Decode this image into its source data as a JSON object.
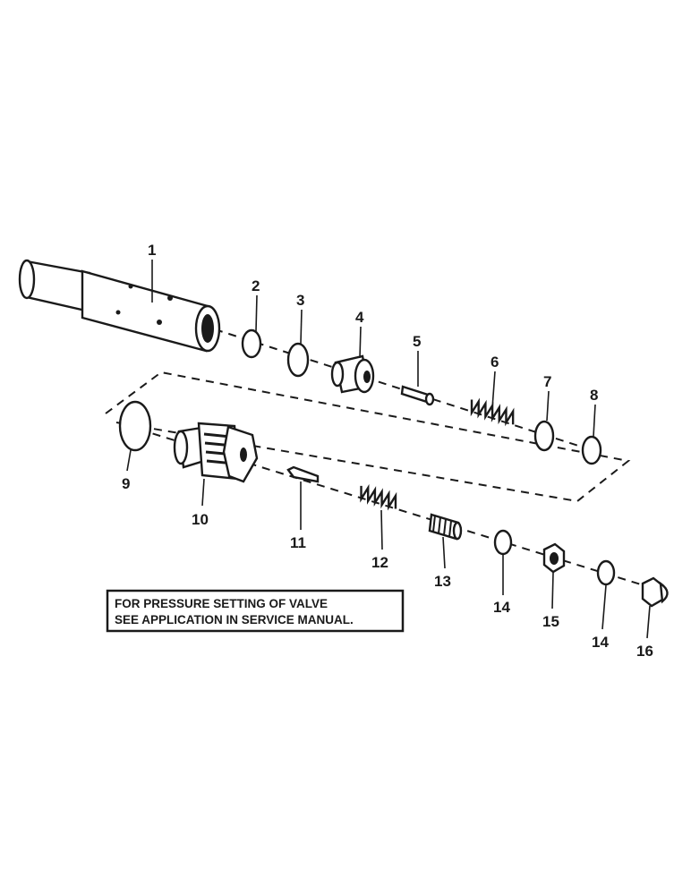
{
  "note": {
    "line1": "FOR PRESSURE SETTING OF VALVE",
    "line2": "SEE APPLICATION IN SERVICE MANUAL."
  },
  "parts": [
    {
      "id": "1",
      "label": "1"
    },
    {
      "id": "2",
      "label": "2"
    },
    {
      "id": "3",
      "label": "3"
    },
    {
      "id": "4",
      "label": "4"
    },
    {
      "id": "5",
      "label": "5"
    },
    {
      "id": "6",
      "label": "6"
    },
    {
      "id": "7",
      "label": "7"
    },
    {
      "id": "8",
      "label": "8"
    },
    {
      "id": "9",
      "label": "9"
    },
    {
      "id": "10",
      "label": "10"
    },
    {
      "id": "11",
      "label": "11"
    },
    {
      "id": "12",
      "label": "12"
    },
    {
      "id": "13",
      "label": "13"
    },
    {
      "id": "14a",
      "label": "14"
    },
    {
      "id": "15",
      "label": "15"
    },
    {
      "id": "14b",
      "label": "14"
    },
    {
      "id": "16",
      "label": "16"
    }
  ]
}
